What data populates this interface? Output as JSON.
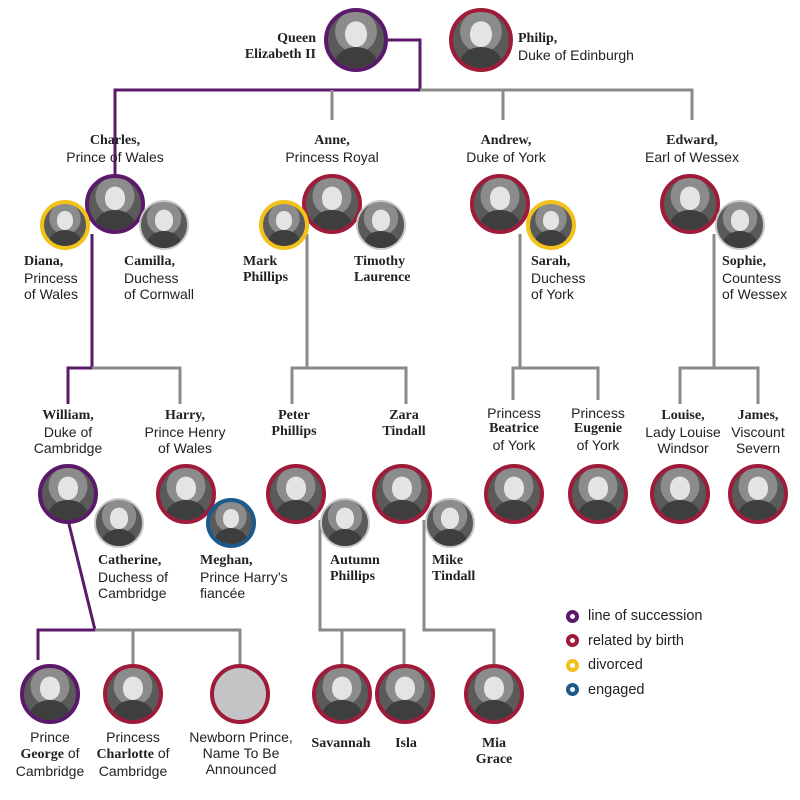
{
  "colors": {
    "succession": "#5b1a69",
    "birth": "#9e1b3a",
    "divorced": "#f2c21a",
    "engaged": "#1d5a8c",
    "line_gray": "#888888"
  },
  "people": {
    "queen": {
      "l1": "Queen",
      "l2": "Elizabeth II"
    },
    "philip": {
      "l1": "Philip,",
      "l2": "Duke of Edinburgh"
    },
    "charles": {
      "l1": "Charles,",
      "l2": "Prince of Wales"
    },
    "anne": {
      "l1": "Anne,",
      "l2": "Princess Royal"
    },
    "andrew": {
      "l1": "Andrew,",
      "l2": "Duke of York"
    },
    "edward": {
      "l1": "Edward,",
      "l2": "Earl of Wessex"
    },
    "diana": {
      "l1": "Diana,",
      "l2": "Princess",
      "l3": "of Wales"
    },
    "camilla": {
      "l1": "Camilla,",
      "l2": "Duchess",
      "l3": "of Cornwall"
    },
    "mark": {
      "l1": "Mark",
      "l2": "Phillips"
    },
    "timothy": {
      "l1": "Timothy",
      "l2": "Laurence"
    },
    "sarah": {
      "l1": "Sarah,",
      "l2": "Duchess",
      "l3": "of York"
    },
    "sophie": {
      "l1": "Sophie,",
      "l2": "Countess",
      "l3": "of Wessex"
    },
    "william": {
      "l1": "William,",
      "l2": "Duke of",
      "l3": "Cambridge"
    },
    "harry": {
      "l1": "Harry,",
      "l2": "Prince Henry",
      "l3": "of Wales"
    },
    "peter": {
      "l1": "Peter",
      "l2": "Phillips"
    },
    "zara": {
      "l1": "Zara",
      "l2": "Tindall"
    },
    "beatrice": {
      "l1a": "Princess",
      "l2a": "Beatrice",
      "l3a": "of York"
    },
    "eugenie": {
      "l1a": "Princess",
      "l2a": "Eugenie",
      "l3a": "of York"
    },
    "louise": {
      "l1": "Louise,",
      "l2": "Lady Louise",
      "l3": "Windsor"
    },
    "james": {
      "l1": "James,",
      "l2": "Viscount",
      "l3": "Severn"
    },
    "catherine": {
      "l1": "Catherine,",
      "l2": "Duchess of",
      "l3": "Cambridge"
    },
    "meghan": {
      "l1": "Meghan,",
      "l2": "Prince Harry’s",
      "l3": "fiancée"
    },
    "autumn": {
      "l1": "Autumn",
      "l2": "Phillips"
    },
    "mike": {
      "l1": "Mike",
      "l2": "Tindall"
    },
    "george": {
      "l1": "Prince",
      "l2a": "George",
      "l2b": " of",
      "l3": "Cambridge"
    },
    "charlotte": {
      "l1": "Princess",
      "l2a": "Charlotte",
      "l2b": " of",
      "l3": "Cambridge"
    },
    "newborn": {
      "l1": "Newborn Prince,",
      "l2": "Name To Be",
      "l3": "Announced"
    },
    "savannah": {
      "l1": "Savannah"
    },
    "isla": {
      "l1": "Isla"
    },
    "mia": {
      "l1": "Mia",
      "l2": "Grace"
    }
  },
  "legend": [
    {
      "label": "line of succession",
      "color": "#5b1a69"
    },
    {
      "label": "related by birth",
      "color": "#9e1b3a"
    },
    {
      "label": "divorced",
      "color": "#f2c21a"
    },
    {
      "label": "engaged",
      "color": "#1d5a8c"
    }
  ]
}
